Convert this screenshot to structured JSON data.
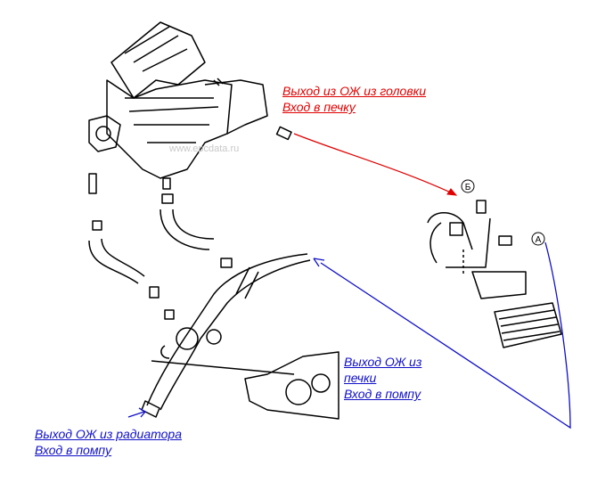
{
  "labels": {
    "head_outlet": {
      "line1": "Выход из ОЖ из головки",
      "line2": "Вход в печку"
    },
    "heater_outlet": {
      "line1": "Выход ОЖ из",
      "line2": "печки",
      "line3": "Вход в помпу"
    },
    "radiator_outlet": {
      "line1": "Выход ОЖ из радиатора",
      "line2": "Вход в помпу"
    }
  },
  "callouts": {
    "b": "Б",
    "a": "A"
  },
  "watermark": "www.epcdata.ru",
  "colors": {
    "red": "#e00000",
    "blue": "#1010c8",
    "line": "#000000"
  }
}
